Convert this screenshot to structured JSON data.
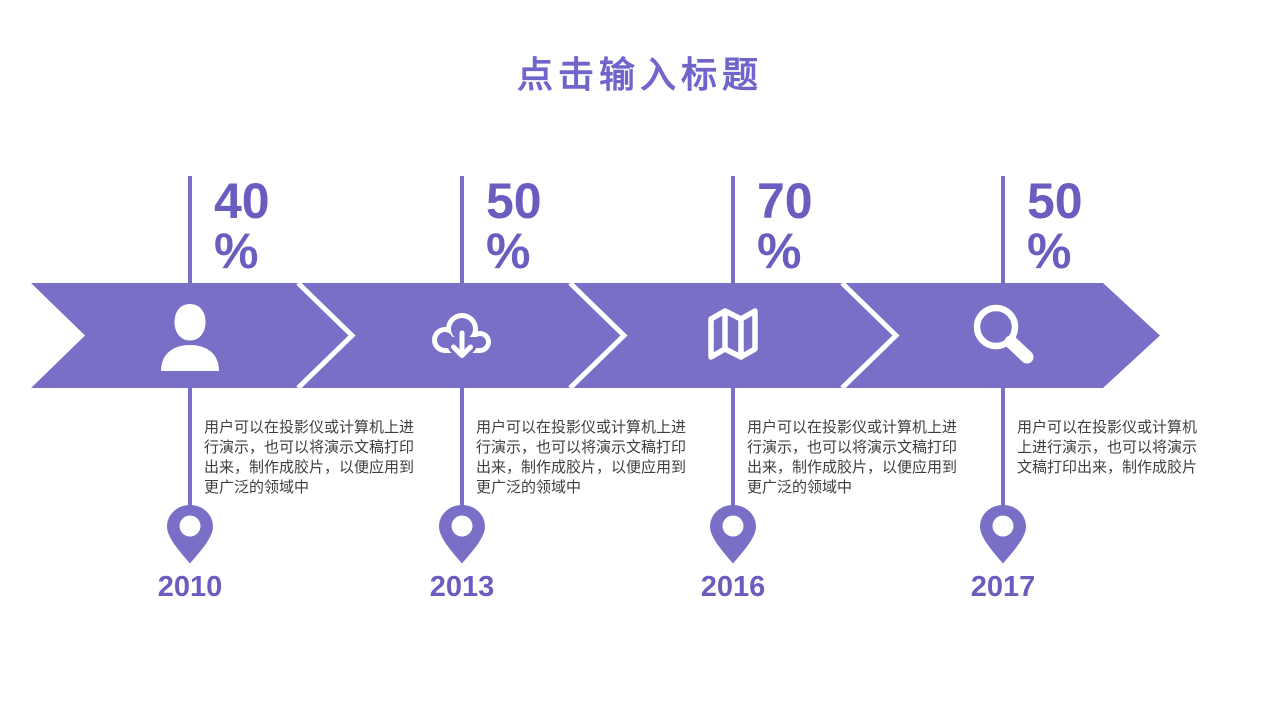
{
  "title": "点击输入标题",
  "colors": {
    "band_purple": "#796FC7",
    "accent_text_purple": "#6A5DC0",
    "title_purple": "#7065CB",
    "body_text": "#3E3E3E",
    "icon_color": "#FFFFFF"
  },
  "milestones": [
    {
      "percent_value": "40",
      "percent_unit": "%",
      "icon": "user-icon",
      "description": "用户可以在投影仪或计算机上进行演示，也可以将演示文稿打印出来，制作成胶片，以便应用到更广泛的领域中",
      "year": "2010"
    },
    {
      "percent_value": "50",
      "percent_unit": "%",
      "icon": "cloud-download-icon",
      "description": "用户可以在投影仪或计算机上进行演示，也可以将演示文稿打印出来，制作成胶片，以便应用到更广泛的领域中",
      "year": "2013"
    },
    {
      "percent_value": "70",
      "percent_unit": "%",
      "icon": "map-icon",
      "description": "用户可以在投影仪或计算机上进行演示，也可以将演示文稿打印出来，制作成胶片，以便应用到更广泛的领域中",
      "year": "2016"
    },
    {
      "percent_value": "50",
      "percent_unit": "%",
      "icon": "search-icon",
      "description": "用户可以在投影仪或计算机上进行演示，也可以将演示文稿打印出来，制作成胶片",
      "year": "2017"
    }
  ]
}
